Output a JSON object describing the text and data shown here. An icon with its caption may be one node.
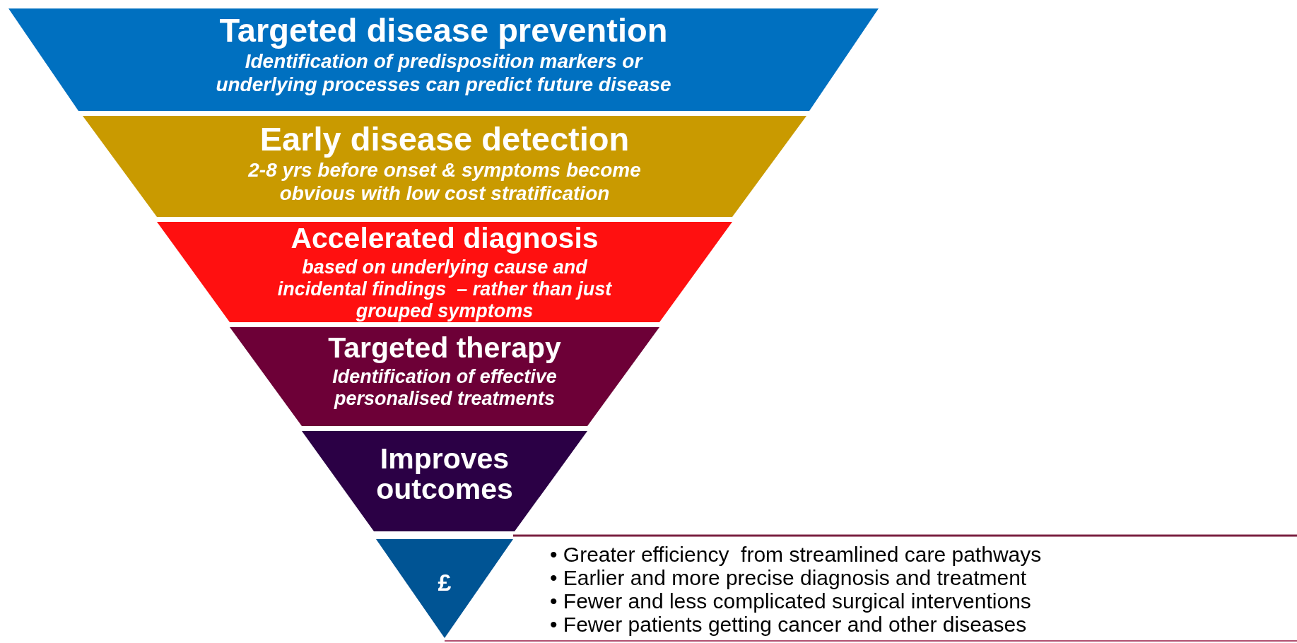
{
  "diagram": {
    "nodes": [
      {
        "text": [
          "Targeted disease prevention",
          "Identification of predisposition markers or underlying processes can predict future disease"
        ]
      },
      {
        "text": [
          "Early disease detection",
          "2-8 yrs before onset & symptoms become obvious with low cost stratification"
        ]
      },
      {
        "text": [
          "Accelerated diagnosis",
          "based on underlying cause and incidental findings  – rather than just grouped symptoms"
        ]
      },
      {
        "text": [
          "Targeted therapy",
          "Identification of effective personalised treatments"
        ]
      },
      {
        "text": [
          "Improves outcomes"
        ]
      },
      {
        "text": [
          "£"
        ]
      }
    ],
    "labels": [
      "• Greater efficiency  from streamlined care pathways",
      "• Earlier and more precise diagnosis and treatment",
      "• Fewer and less complicated surgical interventions",
      "• Fewer patients getting cancer and other diseases"
    ]
  }
}
